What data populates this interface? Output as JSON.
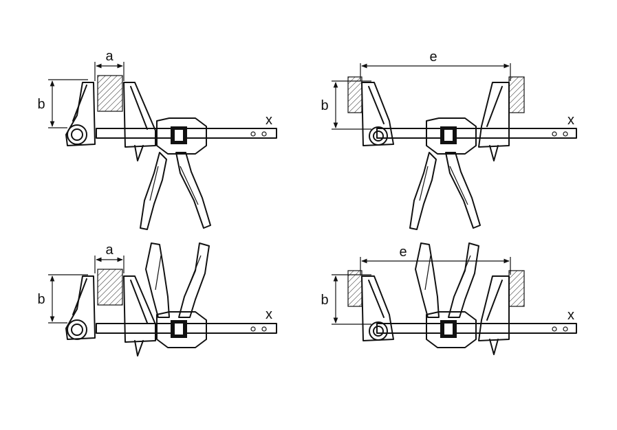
{
  "panels": [
    {
      "mode": "clamp",
      "labels": {
        "width": "a",
        "height": "b",
        "rail": "x"
      }
    },
    {
      "mode": "spread",
      "labels": {
        "width": "e",
        "height": "b",
        "rail": "x"
      }
    },
    {
      "mode": "clamp",
      "labels": {
        "width": "a",
        "height": "b",
        "rail": "x"
      }
    },
    {
      "mode": "spread",
      "labels": {
        "width": "e",
        "height": "b",
        "rail": "x"
      }
    }
  ],
  "colors": {
    "stroke": "#111111",
    "background": "#ffffff"
  }
}
